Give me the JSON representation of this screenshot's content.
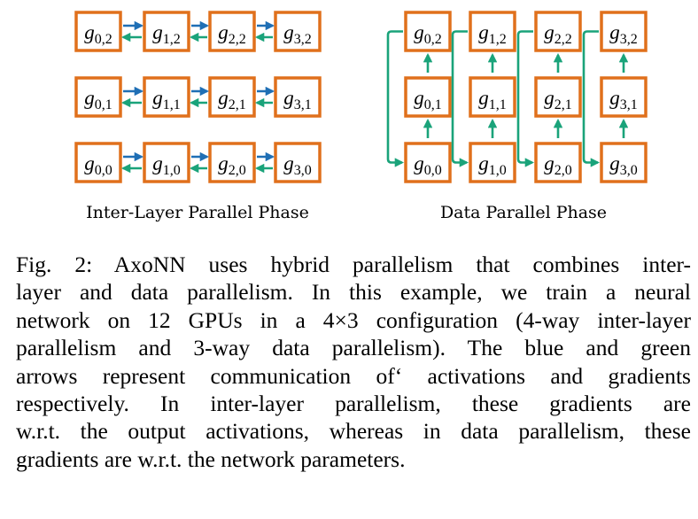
{
  "figure": {
    "left_panel": {
      "label": "Inter-Layer Parallel Phase",
      "rows": [
        [
          "g0,2",
          "g1,2",
          "g2,2",
          "g3,2"
        ],
        [
          "g0,1",
          "g1,1",
          "g2,1",
          "g3,1"
        ],
        [
          "g0,0",
          "g1,0",
          "g2,0",
          "g3,0"
        ]
      ]
    },
    "right_panel": {
      "label": "Data Parallel Phase",
      "rows": [
        [
          "g0,2",
          "g1,2",
          "g2,2",
          "g3,2"
        ],
        [
          "g0,1",
          "g1,1",
          "g2,1",
          "g3,1"
        ],
        [
          "g0,0",
          "g1,0",
          "g2,0",
          "g3,0"
        ]
      ]
    },
    "colors": {
      "box_border": "#e0701c",
      "blue_arrow": "#1f6fb5",
      "green_arrow": "#1aa37a"
    }
  },
  "caption": {
    "lines": [
      "Fig. 2: AxoNN uses hybrid parallelism that combines inter-",
      "layer and data parallelism. In this example, we train a neural",
      "network on 12 GPUs in a 4×3 configuration (4-way inter-layer",
      "parallelism and 3-way data parallelism). The blue and green",
      "arrows represent communication of‘ activations and gradients",
      "respectively. In inter-layer parallelism, these gradients are",
      "w.r.t. the output activations, whereas in data parallelism, these",
      "gradients are w.r.t. the network parameters."
    ]
  }
}
